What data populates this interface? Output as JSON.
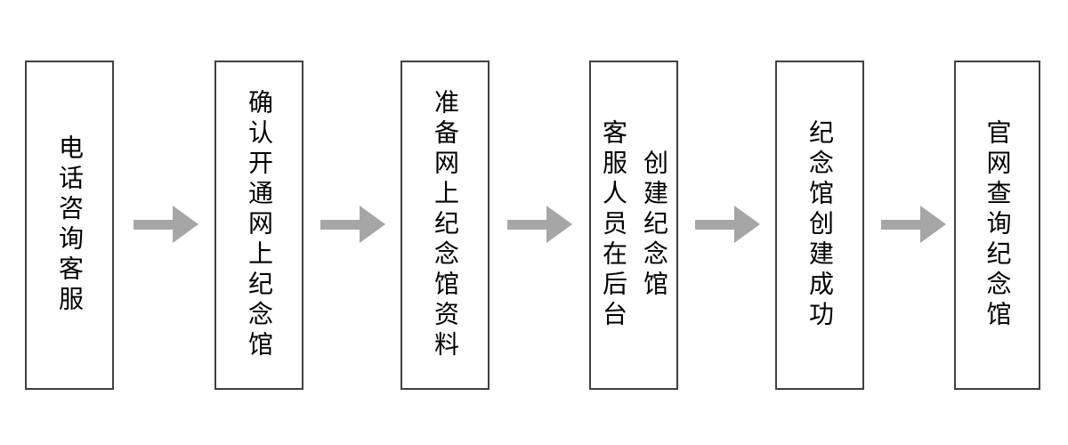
{
  "diagram": {
    "type": "flowchart",
    "direction": "left-to-right",
    "connector": "right-arrow",
    "colors": {
      "background": "#ffffff",
      "box_fill": "#ffffff",
      "box_border": "#404040",
      "text": "#000000",
      "arrow": "#a6a6a6"
    },
    "steps": [
      {
        "lines": [
          "电话咨询客服"
        ]
      },
      {
        "lines": [
          "确认开通网上纪念馆"
        ]
      },
      {
        "lines": [
          "准备网上纪念馆资料"
        ]
      },
      {
        "lines": [
          "客服人员在后台",
          "创建纪念馆"
        ]
      },
      {
        "lines": [
          "纪念馆创建成功"
        ]
      },
      {
        "lines": [
          "官网查询纪念馆"
        ]
      }
    ]
  }
}
